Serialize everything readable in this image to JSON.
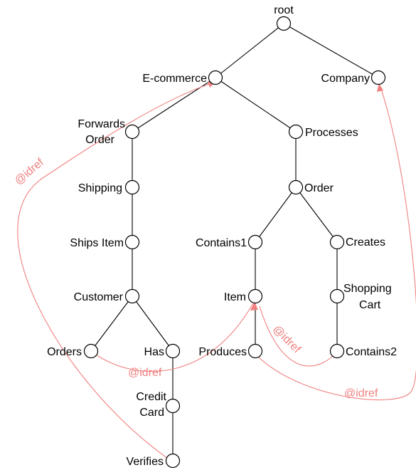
{
  "colors": {
    "tree": "#000000",
    "idref": "#f08080"
  },
  "nodes": {
    "root": "root",
    "ecommerce": "E-commerce",
    "company": "Company",
    "forwards_order": [
      "Forwards",
      "Order"
    ],
    "processes": "Processes",
    "shipping": "Shipping",
    "order": "Order",
    "ships_item": "Ships Item",
    "contains1": "Contains1",
    "creates": "Creates",
    "customer": "Customer",
    "item": "Item",
    "shopping_cart": [
      "Shopping",
      "Cart"
    ],
    "orders": "Orders",
    "has": "Has",
    "produces": "Produces",
    "contains2": "Contains2",
    "credit_card": [
      "Credit",
      "Card"
    ],
    "verifies": "Verifies"
  },
  "idref_labels": {
    "verifies_to_ecommerce": "@idref",
    "contains2_to_item": "@idref",
    "orders_to_item": "@idref",
    "produces_to_company": "@idref"
  }
}
